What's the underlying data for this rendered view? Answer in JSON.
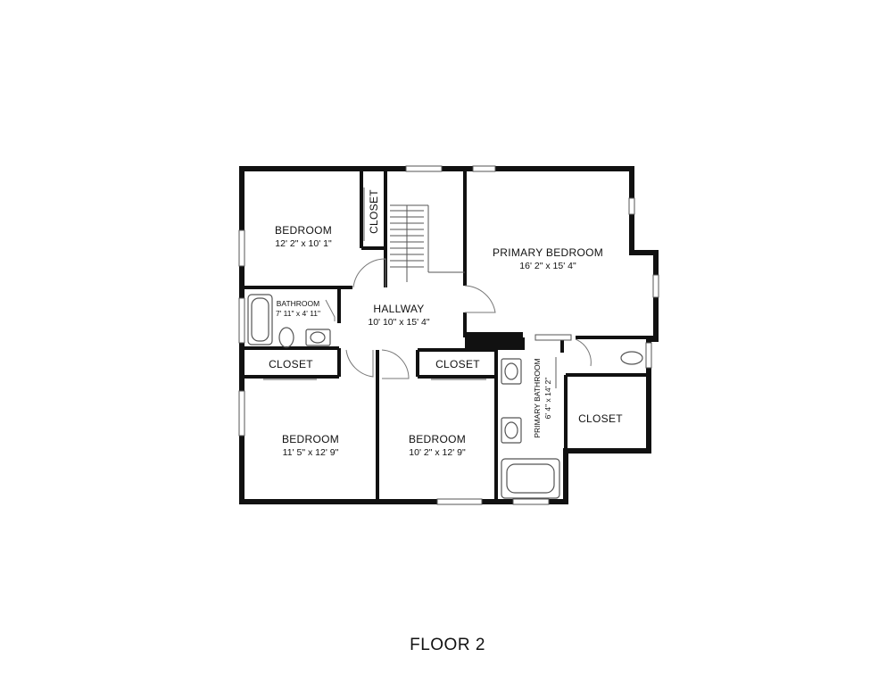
{
  "floor": {
    "title": "FLOOR 2"
  },
  "rooms": {
    "bedroom_nw": {
      "name": "BEDROOM",
      "dims": "12' 2\" x 10' 1\""
    },
    "closet_nw": {
      "name": "CLOSET"
    },
    "primary_bedroom": {
      "name": "PRIMARY BEDROOM",
      "dims": "16' 2\" x 15' 4\""
    },
    "bathroom": {
      "name": "BATHROOM",
      "dims": "7' 11\" x 4' 11\""
    },
    "hallway": {
      "name": "HALLWAY",
      "dims": "10' 10\" x 15' 4\""
    },
    "closet_w": {
      "name": "CLOSET"
    },
    "closet_mid": {
      "name": "CLOSET"
    },
    "primary_bathroom": {
      "name": "PRIMARY BATHROOM",
      "dims": "6' 4\" x 14' 2\""
    },
    "closet_e": {
      "name": "CLOSET"
    },
    "bedroom_sw": {
      "name": "BEDROOM",
      "dims": "11' 5\" x 12' 9\""
    },
    "bedroom_s": {
      "name": "BEDROOM",
      "dims": "10' 2\" x 12' 9\""
    }
  },
  "colors": {
    "wall": "#111111",
    "fixture": "#555555",
    "background": "#ffffff"
  }
}
